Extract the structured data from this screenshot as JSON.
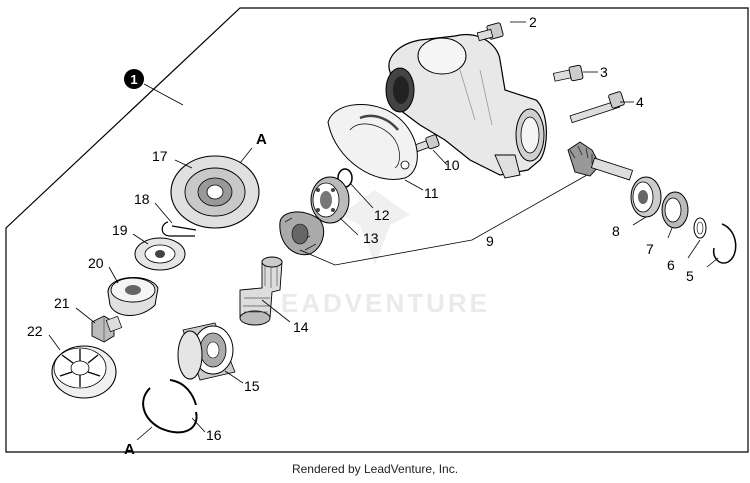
{
  "diagram": {
    "assembly_number": "1",
    "reference_letter": "A",
    "watermark": "LEADVENTURE",
    "footer": "Rendered by LeadVenture, Inc.",
    "callouts": [
      "2",
      "3",
      "4",
      "5",
      "6",
      "7",
      "8",
      "9",
      "10",
      "11",
      "12",
      "13",
      "14",
      "15",
      "16",
      "17",
      "18",
      "19",
      "20",
      "21",
      "22"
    ],
    "parts": [
      {
        "number": "2",
        "name": "bolt"
      },
      {
        "number": "3",
        "name": "bolt"
      },
      {
        "number": "4",
        "name": "long bolt"
      },
      {
        "number": "5",
        "name": "snap ring"
      },
      {
        "number": "6",
        "name": "washer"
      },
      {
        "number": "7",
        "name": "ball bearing"
      },
      {
        "number": "8",
        "name": "ball bearing"
      },
      {
        "number": "9",
        "name": "pinion gear"
      },
      {
        "number": "10",
        "name": "bolt"
      },
      {
        "number": "11",
        "name": "guard plate"
      },
      {
        "number": "12",
        "name": "o-ring"
      },
      {
        "number": "13",
        "name": "ball bearing"
      },
      {
        "number": "14",
        "name": "splined shaft"
      },
      {
        "number": "15",
        "name": "ball bearing"
      },
      {
        "number": "16",
        "name": "snap ring"
      },
      {
        "number": "17",
        "name": "holder"
      },
      {
        "number": "18",
        "name": "pin"
      },
      {
        "number": "19",
        "name": "washer"
      },
      {
        "number": "20",
        "name": "cup washer"
      },
      {
        "number": "21",
        "name": "nut"
      },
      {
        "number": "22",
        "name": "cover"
      }
    ]
  }
}
